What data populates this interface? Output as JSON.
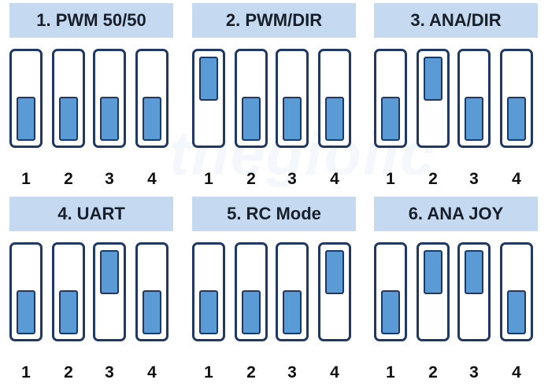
{
  "watermark": "thegioiic",
  "panels": [
    {
      "title": "1. PWM 50/50",
      "switches": [
        {
          "label": "1",
          "state": "down"
        },
        {
          "label": "2",
          "state": "down"
        },
        {
          "label": "3",
          "state": "down"
        },
        {
          "label": "4",
          "state": "down"
        }
      ]
    },
    {
      "title": "2. PWM/DIR",
      "switches": [
        {
          "label": "1",
          "state": "up"
        },
        {
          "label": "2",
          "state": "down"
        },
        {
          "label": "3",
          "state": "down"
        },
        {
          "label": "4",
          "state": "down"
        }
      ]
    },
    {
      "title": "3. ANA/DIR",
      "switches": [
        {
          "label": "1",
          "state": "down"
        },
        {
          "label": "2",
          "state": "up"
        },
        {
          "label": "3",
          "state": "down"
        },
        {
          "label": "4",
          "state": "down"
        }
      ]
    },
    {
      "title": "4. UART",
      "switches": [
        {
          "label": "1",
          "state": "down"
        },
        {
          "label": "2",
          "state": "down"
        },
        {
          "label": "3",
          "state": "up"
        },
        {
          "label": "4",
          "state": "down"
        }
      ]
    },
    {
      "title": "5. RC Mode",
      "switches": [
        {
          "label": "1",
          "state": "down"
        },
        {
          "label": "2",
          "state": "down"
        },
        {
          "label": "3",
          "state": "down"
        },
        {
          "label": "4",
          "state": "up"
        }
      ]
    },
    {
      "title": "6. ANA JOY",
      "switches": [
        {
          "label": "1",
          "state": "down"
        },
        {
          "label": "2",
          "state": "up"
        },
        {
          "label": "3",
          "state": "up"
        },
        {
          "label": "4",
          "state": "down"
        }
      ]
    }
  ]
}
